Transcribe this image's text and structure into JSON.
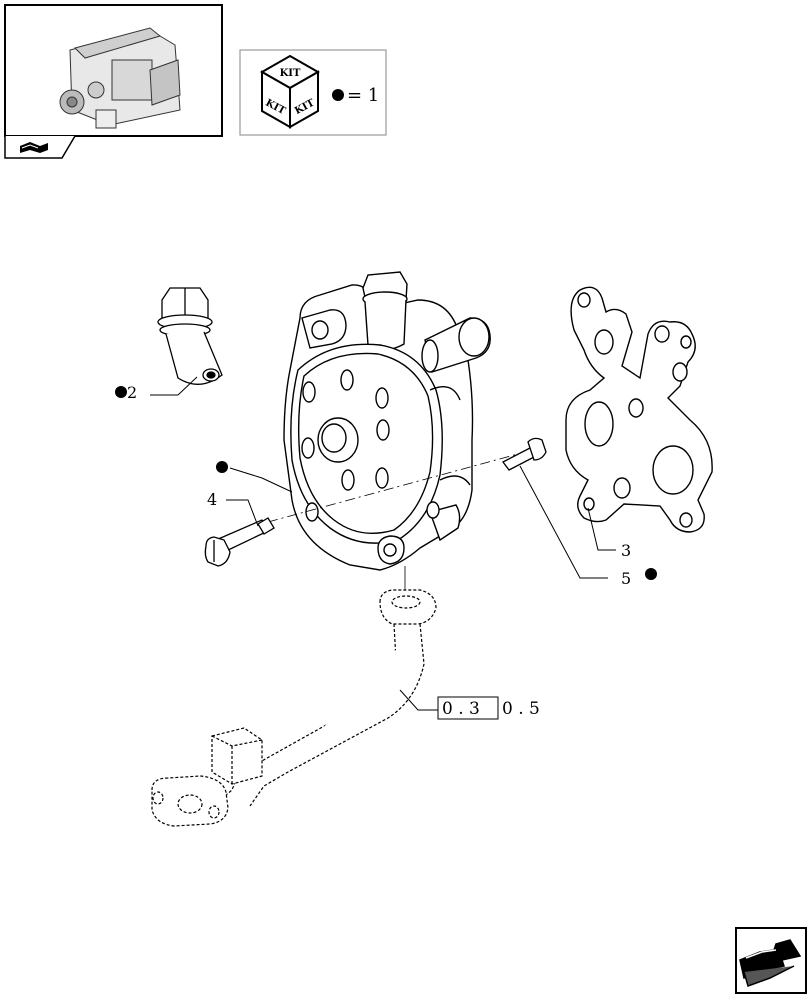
{
  "thumbnail": {
    "icon": "engine-thumbnail"
  },
  "nav_tab": {
    "icon": "book-page-icon"
  },
  "kit_legend": {
    "cube_label": "KIT",
    "marker_color": "#000000",
    "equals_text": "= 1"
  },
  "callouts": {
    "item2": "2",
    "item3": "3",
    "item4": "4",
    "item5": "5",
    "ref_boxed": "0 . 3",
    "ref_tail": "0 . 5"
  },
  "next_page": {
    "icon": "next-page-arrow-icon"
  }
}
